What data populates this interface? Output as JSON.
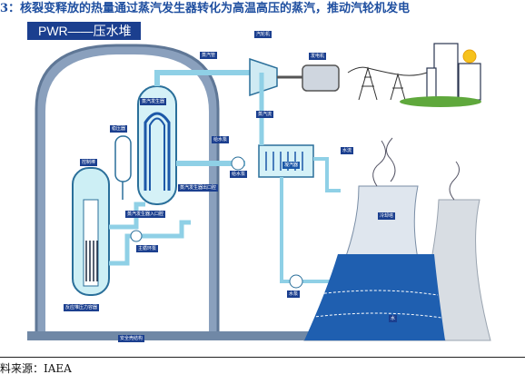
{
  "caption": "3：核裂变释放的热量通过蒸汽发生器转化为高温高压的蒸汽，推动汽轮机发电",
  "diagram": {
    "title": "PWR——压水堆",
    "labels": {
      "turbine": "汽轮机",
      "generator": "发电机",
      "steam_pipe": "蒸汽管",
      "steam_generator": "蒸汽发生器",
      "steam_flow": "蒸汽流",
      "pressurizer": "稳压器",
      "control_rods": "控制棒",
      "feedwater_pump": "给水泵",
      "feedwater_pump2": "给水泵",
      "condenser": "凝汽器",
      "water_flow": "水流",
      "sg_outlet": "蒸汽发生器出口腔",
      "sg_inlet": "蒸汽发生器入口腔",
      "main_pump": "主循环泵",
      "cooling_tower": "冷却塔",
      "pump": "水泵",
      "water": "水",
      "reactor_vessel": "反应堆压力容器",
      "containment": "安全壳结构"
    }
  },
  "source": "料来源：IAEA",
  "colors": {
    "label_bg": "#1b3f8f",
    "containment": "#6f87a8",
    "pipe": "#8fd0e6",
    "water": "#1f5fb0"
  }
}
